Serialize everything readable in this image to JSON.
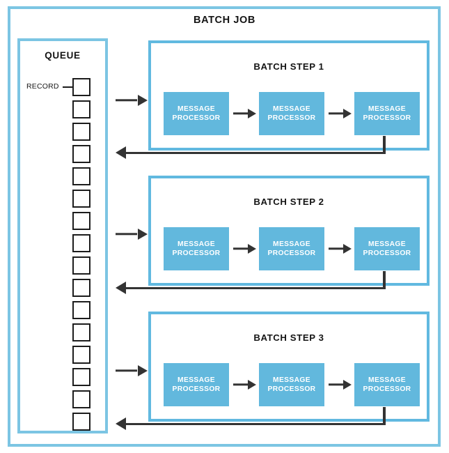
{
  "diagram": {
    "title": "BATCH JOB",
    "queue": {
      "title": "QUEUE",
      "record_label": "RECORD",
      "record_count": 16
    },
    "steps": [
      {
        "title": "BATCH STEP 1",
        "processors": [
          {
            "line1": "MESSAGE",
            "line2": "PROCESSOR"
          },
          {
            "line1": "MESSAGE",
            "line2": "PROCESSOR"
          },
          {
            "line1": "MESSAGE",
            "line2": "PROCESSOR"
          }
        ]
      },
      {
        "title": "BATCH STEP 2",
        "processors": [
          {
            "line1": "MESSAGE",
            "line2": "PROCESSOR"
          },
          {
            "line1": "MESSAGE",
            "line2": "PROCESSOR"
          },
          {
            "line1": "MESSAGE",
            "line2": "PROCESSOR"
          }
        ]
      },
      {
        "title": "BATCH STEP 3",
        "processors": [
          {
            "line1": "MESSAGE",
            "line2": "PROCESSOR"
          },
          {
            "line1": "MESSAGE",
            "line2": "PROCESSOR"
          },
          {
            "line1": "MESSAGE",
            "line2": "PROCESSOR"
          }
        ]
      }
    ],
    "colors": {
      "frame_blue": "#7cc5e3",
      "step_blue": "#61b9e0",
      "processor_blue": "#62b8dd",
      "arrow_dark": "#333333",
      "record_outline": "#1c1c1c",
      "background": "#ffffff",
      "text_dark": "#141414"
    }
  }
}
